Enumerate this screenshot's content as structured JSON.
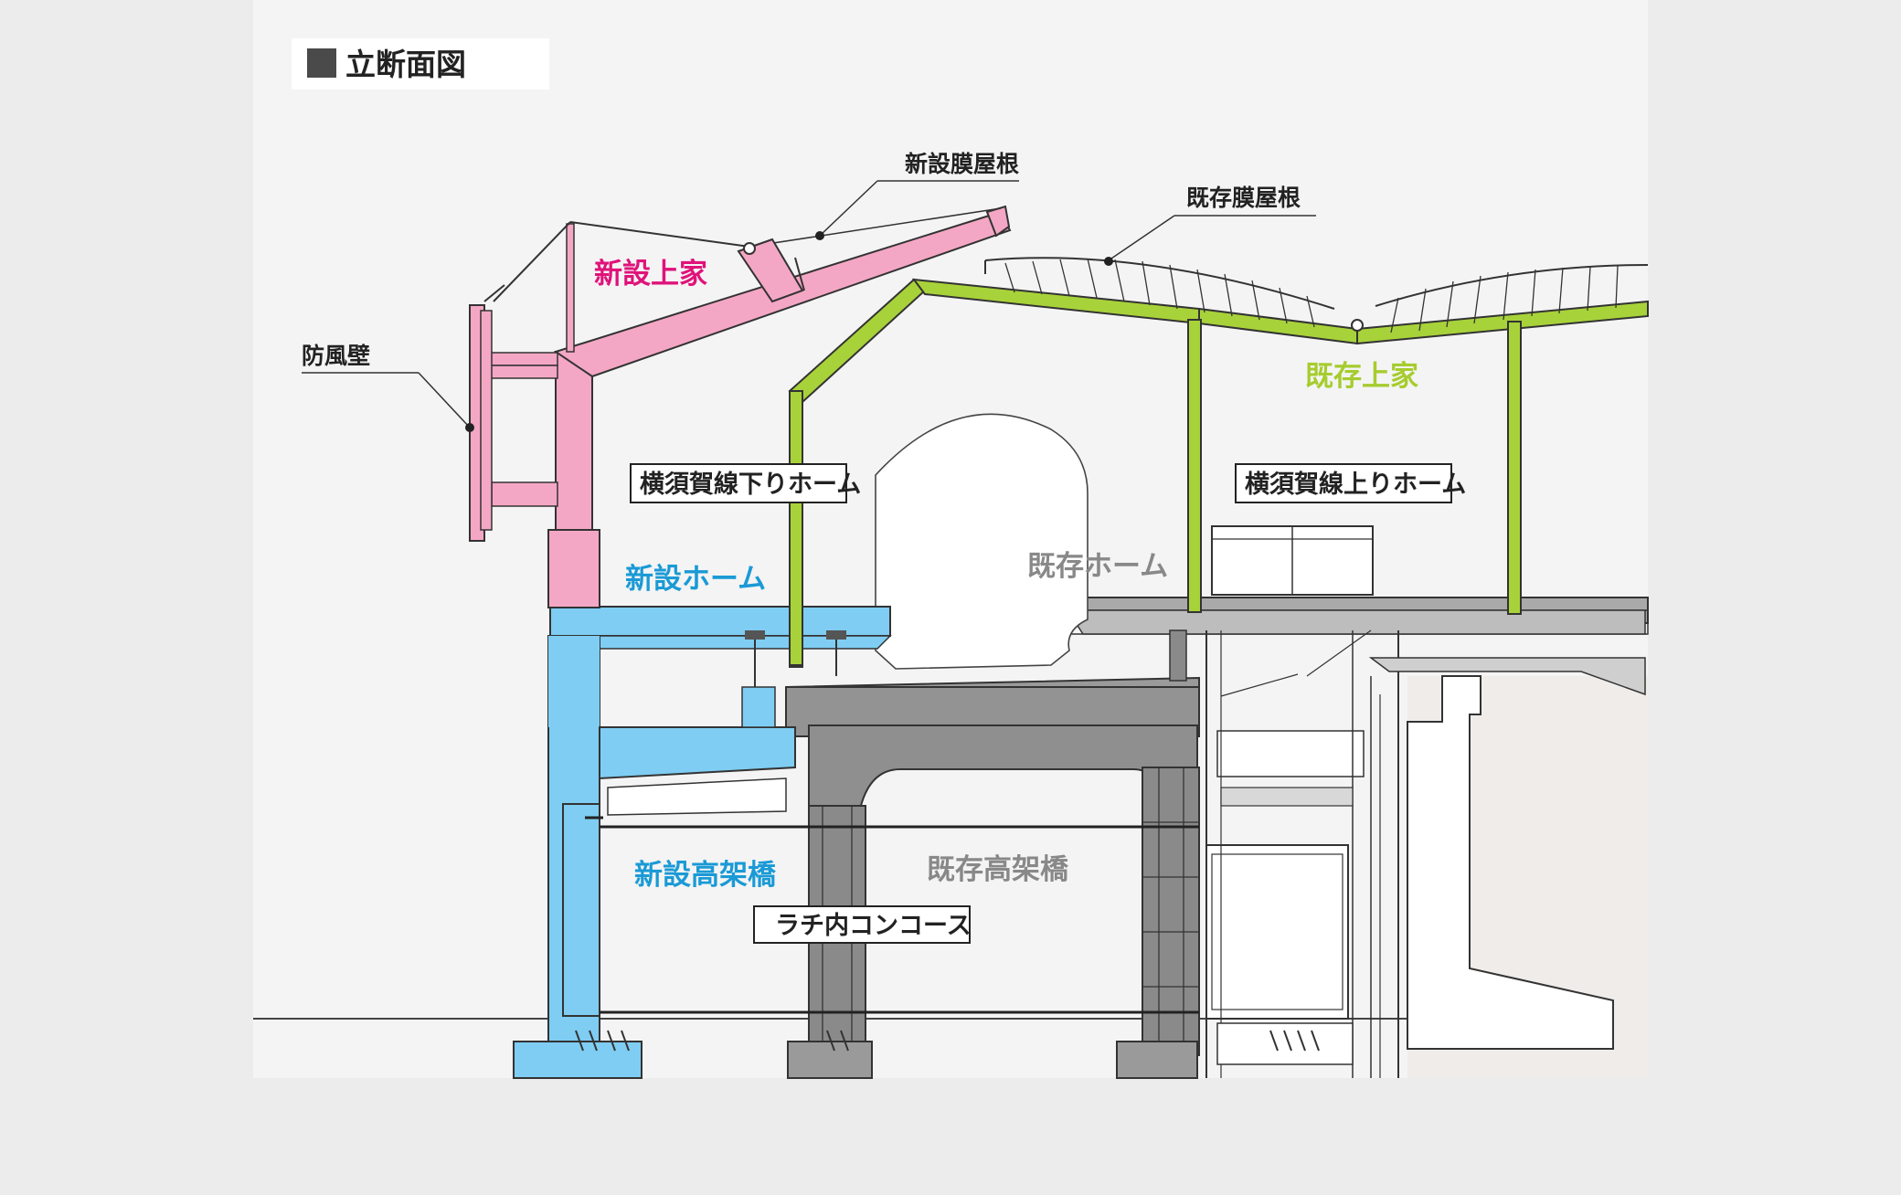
{
  "title": "立断面図",
  "colors": {
    "new_roof": "#f4a7c4",
    "new_roof_text": "#e0127a",
    "existing_roof": "#a8d23a",
    "existing_roof_text": "#a6cc2e",
    "new_platform": "#7fcdf2",
    "new_platform_text": "#1a9ad6",
    "existing": "#8a8a8a",
    "existing_text": "#888888"
  },
  "callouts": {
    "new_membrane_roof": "新設膜屋根",
    "existing_membrane_roof": "既存膜屋根",
    "windbreak_wall": "防風壁"
  },
  "zones": {
    "new_roof_building": "新設上家",
    "existing_roof_building": "既存上家",
    "new_platform": "新設ホーム",
    "existing_platform": "既存ホーム",
    "new_viaduct": "新設高架橋",
    "existing_viaduct": "既存高架橋"
  },
  "boxed_labels": {
    "down_platform": "横須賀線下りホーム",
    "up_platform": "横須賀線上りホーム",
    "concourse": "ラチ内コンコース"
  }
}
